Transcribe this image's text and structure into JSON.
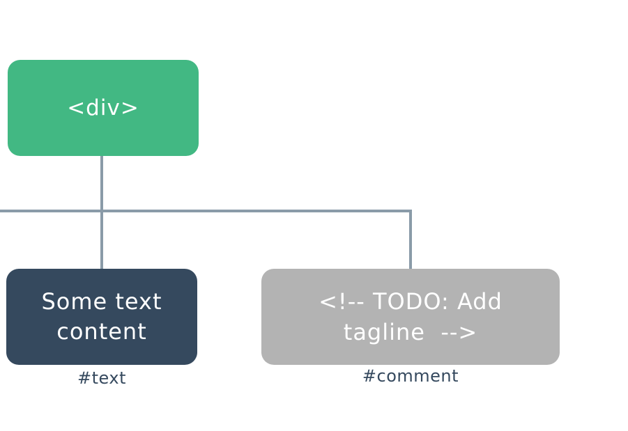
{
  "diagram": {
    "colors": {
      "connector": "#8a9ba8",
      "element_node": "#42b883",
      "text_node": "#35495e",
      "comment_node": "#b3b3b3",
      "caption_text": "#35495e"
    },
    "nodes": {
      "div": {
        "label": "<div>"
      },
      "text": {
        "label": "Some text content",
        "caption": "#text"
      },
      "comment": {
        "label": "<!-- TODO: Add tagline  -->",
        "caption": "#comment"
      }
    }
  }
}
